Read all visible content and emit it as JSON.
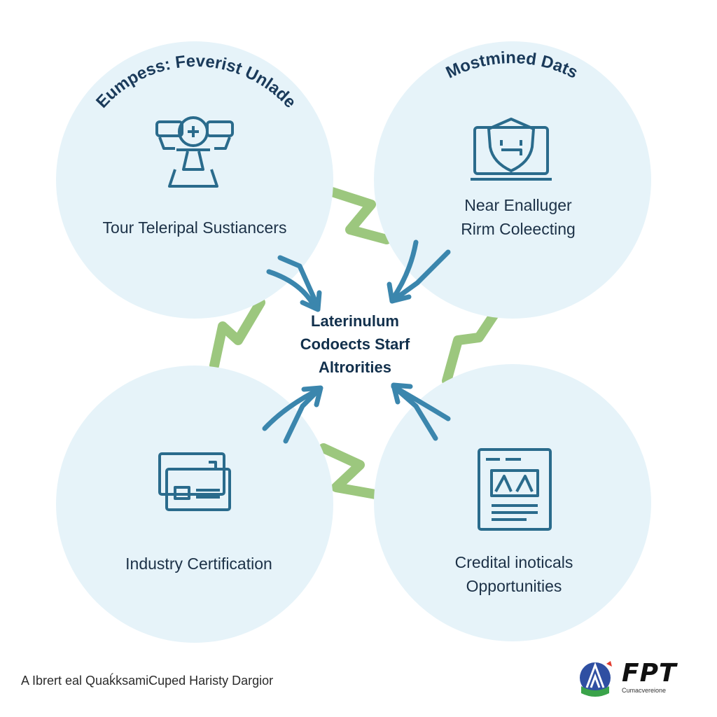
{
  "diagram": {
    "nodes": [
      {
        "id": "top-left",
        "title": "Eumpess: Feverist Unlade",
        "icon": "scale-balance-icon",
        "lines": [
          "Tour Teleripal Sustiancers"
        ]
      },
      {
        "id": "top-right",
        "title": "Mostmined Dats",
        "icon": "shield-laptop-icon",
        "lines": [
          "Near Enalluger",
          "Rirm Coleecting"
        ]
      },
      {
        "id": "bottom-left",
        "title": "",
        "icon": "certificate-card-icon",
        "lines": [
          "Industry Certification"
        ]
      },
      {
        "id": "bottom-right",
        "title": "",
        "icon": "document-chart-icon",
        "lines": [
          "Credital inoticals",
          "Opportunities"
        ]
      }
    ],
    "center": {
      "lines": [
        "Laterinulum",
        "Codoects Starf",
        "Altrorities"
      ]
    },
    "colors": {
      "circle_fill": "#e6f3f9",
      "icon_stroke": "#2a6b8c",
      "arrow_blue": "#3b86ad",
      "arrow_green": "#9cc77e",
      "title_color": "#1a3a5a"
    }
  },
  "footer": {
    "caption": "A Ibrert eal QuaḱksamiCuped Haristy Dargior",
    "logo_text": "FPT",
    "logo_subtext": "Cumacvereione"
  }
}
